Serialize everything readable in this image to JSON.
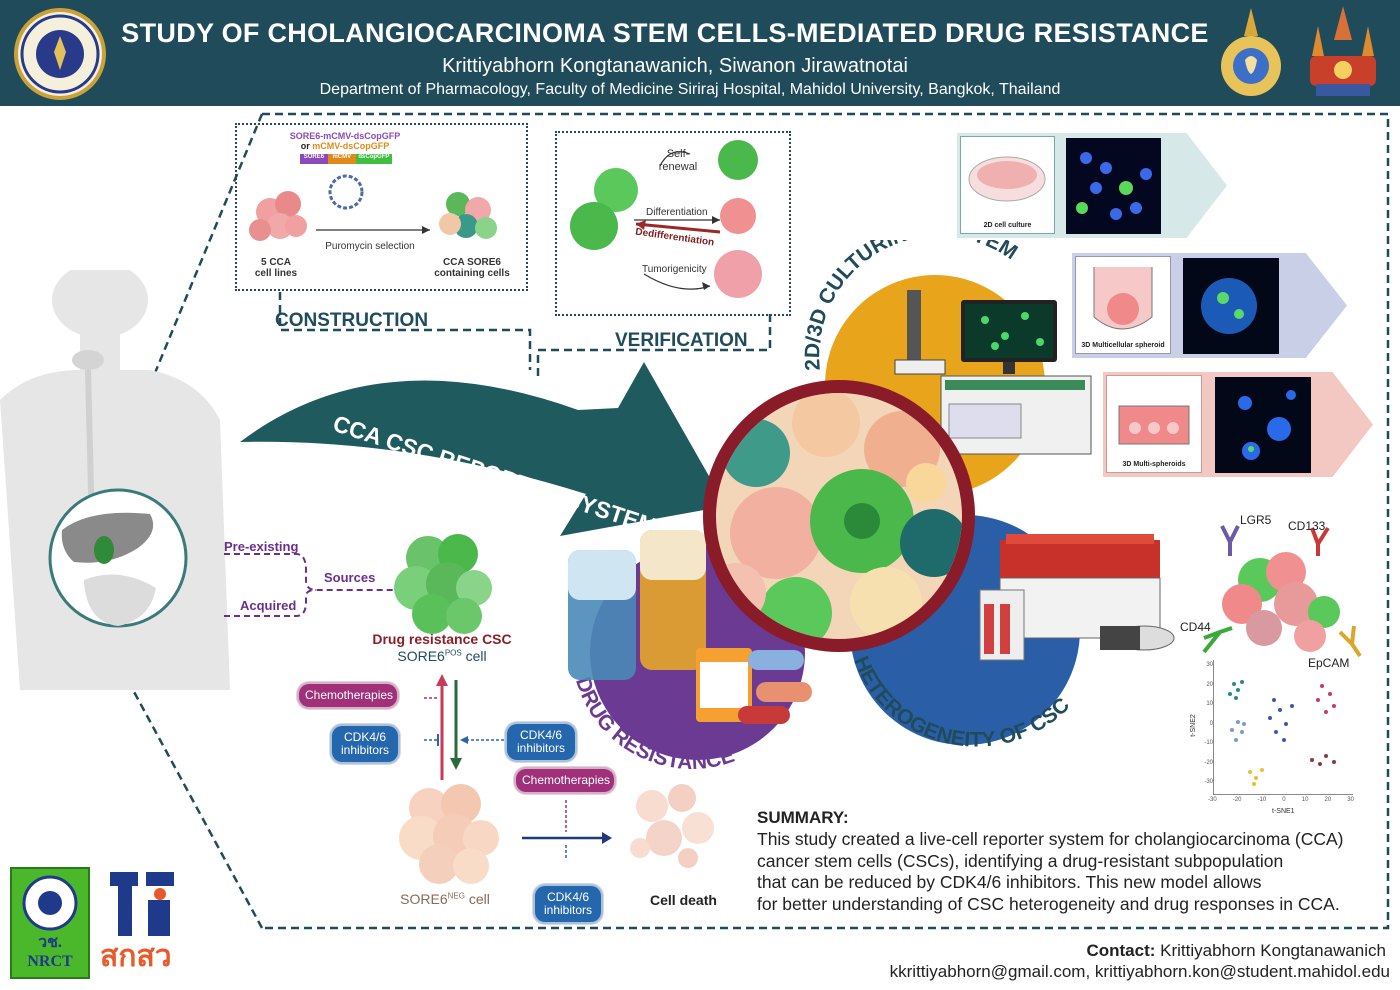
{
  "header": {
    "title": "STUDY OF CHOLANGIOCARCINOMA STEM CELLS-MEDIATED DRUG RESISTANCE",
    "authors": "Krittiyabhorn Kongtanawanich, Siwanon Jirawatnotai",
    "department": "Department of Pharmacology, Faculty of Medicine Siriraj Hospital, Mahidol University, Bangkok, Thailand"
  },
  "construction": {
    "label": "CONSTRUCTION",
    "plasmid_line1": "SORE6-mCMV-dsCopGFP",
    "plasmid_line2_or": "or",
    "plasmid_line2": "mCMV-dsCopGFP",
    "seg_sore6": "SORE6",
    "seg_mcmv": "mCMV",
    "seg_gfp": "dsCopGFP",
    "step": "Puromycin selection",
    "left_caption": "5 CCA\ncell lines",
    "right_caption": "CCA SORE6\ncontaining cells"
  },
  "verification": {
    "label": "VERIFICATION",
    "self_renewal": "Self-\nrenewal",
    "differentiation": "Differentiation",
    "dedifferentiation": "Dedifferentiation",
    "tumorigenicity": "Tumorigenicity"
  },
  "arrow_label": "CCA CSC REPORTER SYSTEM",
  "culturing": {
    "label": "2D/3D CULTURING SYSTEM",
    "captions": [
      "2D cell culture",
      "3D Multicellular spheroid",
      "3D Multi-spheroids"
    ]
  },
  "drug_resistance_label": "DRUG RESISTANCE",
  "heterogeneity": {
    "label": "HETEROGENEITY OF CSC",
    "markers": [
      "LGR5",
      "CD133",
      "CD44",
      "EpCAM"
    ],
    "tsne_xlabel": "t-SNE1",
    "tsne_ylabel": "t-SNE2",
    "tsne_xticks": [
      "-30",
      "-20",
      "-10",
      "0",
      "10",
      "20",
      "30"
    ],
    "tsne_yticks": [
      "30",
      "20",
      "10",
      "0",
      "-10",
      "-20",
      "-30"
    ]
  },
  "sources": {
    "pre_existing": "Pre-existing",
    "sources": "Sources",
    "acquired": "Acquired",
    "csc_title": "Drug resistance CSC",
    "pos_cell_prefix": "SORE6",
    "pos_sup": "POS",
    "pos_suffix": " cell",
    "neg_cell_prefix": "SORE6",
    "neg_sup": "NEG",
    "neg_suffix": " cell",
    "cell_death": "Cell death"
  },
  "pills": {
    "chemo_left": "Chemotherapies",
    "cdk_left": "CDK4/6\ninhibitors",
    "cdk_right": "CDK4/6\ninhibitors",
    "chemo_lower": "Chemotherapies",
    "cdk_lower": "CDK4/6\ninhibitors"
  },
  "summary": {
    "heading": "SUMMARY:",
    "body": "This study created a live-cell reporter system for cholangiocarcinoma (CCA)\ncancer stem cells (CSCs), identifying a drug-resistant subpopulation\n that can be reduced by CDK4/6 inhibitors. This new model allows\nfor better understanding of CSC heterogeneity and drug responses in CCA."
  },
  "contact": {
    "label": "Contact:",
    "name": " Krittiyabhorn Kongtanawanich",
    "emails": "kkrittiyabhorn@gmail.com, krittiyabhorn.kon@student.mahidol.edu"
  },
  "logos": {
    "nrct": "วช.\nNRCT",
    "tsri": "สกสว"
  },
  "colors": {
    "header_bg": "#1f4b5a",
    "arrow": "#1f5a5e",
    "culturing_circle": "#e8a51c",
    "drug_circle": "#6b3a92",
    "hetero_circle": "#2a5fa8",
    "purple_pill": "#a0307a",
    "blue_pill": "#2467ad"
  }
}
